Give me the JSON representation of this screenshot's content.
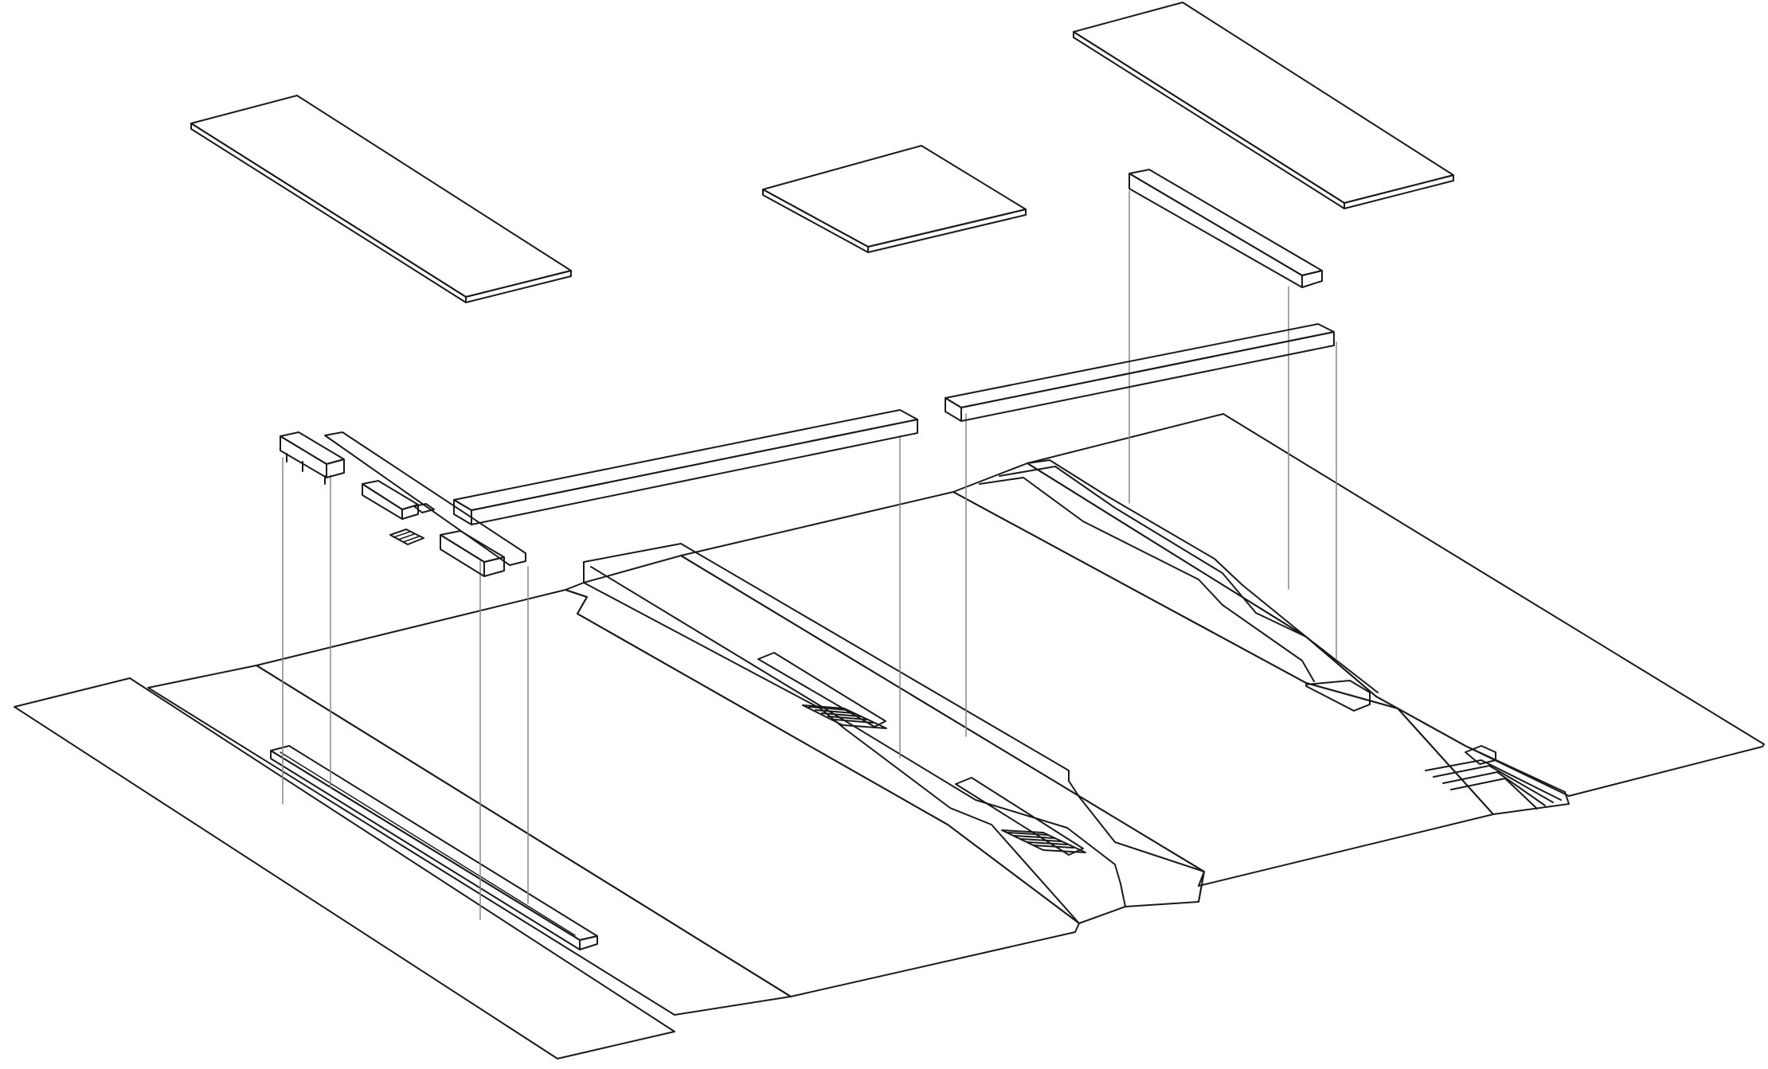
{
  "diagram": {
    "type": "exploded-axonometric",
    "labels": []
  },
  "colors": {
    "background": "#ffffff",
    "line": "#1a1a1a",
    "hanger_line": "#888888",
    "water": "#cfe6f3",
    "block_top": "#e6e6e6",
    "block_side": "#d2d2d2",
    "slab": "#ffffff"
  },
  "components": [
    {
      "id": "roof-slab-left",
      "kind": "roof-slab"
    },
    {
      "id": "roof-slab-center",
      "kind": "roof-slab"
    },
    {
      "id": "roof-slab-right",
      "kind": "roof-slab"
    },
    {
      "id": "floating-beam-upper-right",
      "kind": "beam"
    },
    {
      "id": "floating-beam-middle-right",
      "kind": "beam"
    },
    {
      "id": "floating-beam-middle-left",
      "kind": "beam"
    },
    {
      "id": "pavilion-cluster-left",
      "kind": "pavilion"
    },
    {
      "id": "canal-left",
      "kind": "water"
    },
    {
      "id": "canal-right",
      "kind": "water"
    },
    {
      "id": "central-island",
      "kind": "ground"
    },
    {
      "id": "stepped-bank-right",
      "kind": "ground"
    },
    {
      "id": "ground-left",
      "kind": "ground"
    },
    {
      "id": "ground-right",
      "kind": "ground"
    },
    {
      "id": "ground-bench-left",
      "kind": "bench"
    }
  ]
}
